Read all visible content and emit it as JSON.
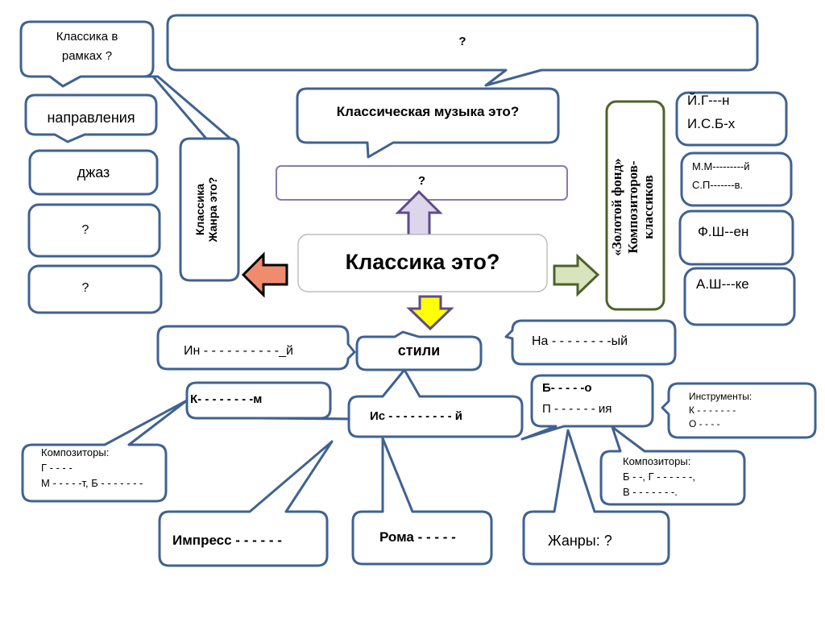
{
  "colors": {
    "callout_border": "#3f6291",
    "question_box_border": "#8b7aa8",
    "up_arrow_fill": "#ddd5ea",
    "up_arrow_stroke": "#5f4b8b",
    "left_arrow_fill": "#f08c6e",
    "down_arrow_fill": "#ffff00",
    "right_arrow_fill": "#d7e4bd",
    "right_arrow_stroke": "#4f6228",
    "golden_fund_border": "#4f6228"
  },
  "center": {
    "title": "Классика это?"
  },
  "top": {
    "big_question": "?",
    "classical_music_question": "Классическая музыка это?",
    "subquestion": "?"
  },
  "left_column": {
    "in_frames": {
      "line1": "Классика в",
      "line2": "рамках ?"
    },
    "directions": "направления",
    "jazz": "джаз",
    "unknown1": "?",
    "unknown2": "?",
    "genre_question": {
      "line1": "Классика",
      "line2": "Жанра это?"
    }
  },
  "right_column": {
    "golden_fund": {
      "line1": "«Золотой фонд»",
      "line2": "Композиторов-",
      "line3": "классиков"
    },
    "composers": [
      {
        "line1": "Й.Г---н",
        "line2": "И.С.Б-х"
      },
      {
        "line1": "М.М---------й",
        "line2": "С.П-------в."
      },
      {
        "line1": "Ф.Ш--ен"
      },
      {
        "line1": "А.Ш---ке"
      }
    ]
  },
  "styles": {
    "label": "стили",
    "instrumental": "Ин - - - - - - - - - -_й",
    "folk": "На - - - - - - - -ый",
    "classicism": "К- - - - - - - -м",
    "historical": "Ис  - - - - - - - - - й",
    "baroque": {
      "line1": "Б- - - - -о",
      "line2": "П - - - - - - ия"
    },
    "instruments": {
      "title": "Инструменты:",
      "line1": "К - - - - - - -",
      "line2": "О - - - -"
    },
    "classicism_composers": {
      "title": "Композиторы:",
      "line1": " Г - - - -",
      "line2": "М - - - - -т, Б - - - - - - -"
    },
    "baroque_composers": {
      "title": "Композиторы:",
      "line1": "Б - -, Г - - - - - -,",
      "line2": " В - - - - - - -."
    },
    "impressionism": "Импресс - - - - - -",
    "romanticism": "Рома - - - - -",
    "genres": "Жанры: ?"
  }
}
